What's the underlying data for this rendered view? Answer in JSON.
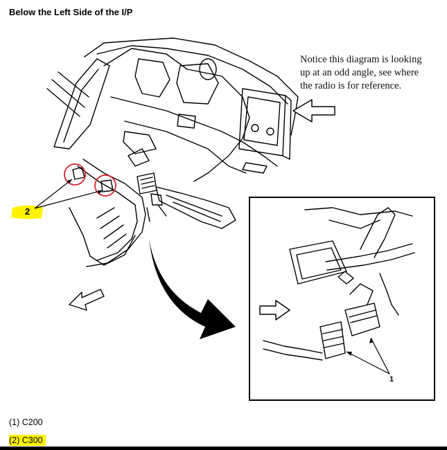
{
  "title": "Below the Left Side of the I/P",
  "note_lines": [
    "Notice this diagram is looking",
    "up at an odd angle, see where",
    "the radio is for reference."
  ],
  "callouts": {
    "main": "2",
    "inset": "1"
  },
  "legend": [
    "(1) C200",
    "(2) C300"
  ],
  "colors": {
    "highlight": "#fff200",
    "circle": "#d3232a",
    "line": "#000000"
  }
}
